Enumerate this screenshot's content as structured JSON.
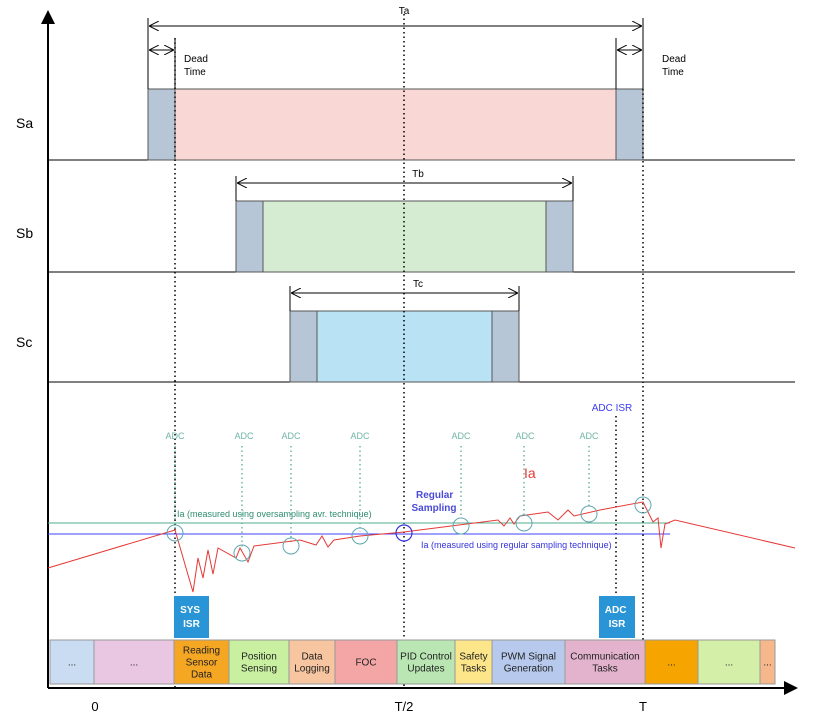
{
  "rows": {
    "sa": "Sa",
    "sb": "Sb",
    "sc": "Sc"
  },
  "periods": {
    "ta": "Ta",
    "tb": "Tb",
    "tc": "Tc"
  },
  "dead_time": {
    "left": [
      "Dead",
      "Time"
    ],
    "right": [
      "Dead",
      "Time"
    ]
  },
  "colors": {
    "dead_time": "#b6c6d7",
    "sa_fill": "#f8d7d4",
    "sb_fill": "#d6ecd2",
    "sc_fill": "#b9e2f4",
    "adc_marker": "#6fb5a4",
    "regular_line": "#4040ff",
    "oversampling_line": "#4fae8c",
    "current_curve": "#e53935",
    "isr_box": "#2a95d6"
  },
  "adc_labels": [
    "ADC",
    "ADC",
    "ADC",
    "ADC",
    "ADC",
    "ADC",
    "ADC"
  ],
  "adc_isr_label": "ADC ISR",
  "current_label": "Ia",
  "regular_sampling_label": [
    "Regular",
    "Sampling"
  ],
  "oversampling_label": "Ia (measured using oversampling avr. technique)",
  "regular_label": "Ia (measured using regular sampling technique)",
  "sys_isr": [
    "SYS",
    "ISR"
  ],
  "adc_isr_box": [
    "ADC",
    "ISR"
  ],
  "task_blocks": [
    {
      "lines": [
        "..."
      ],
      "color": "#c9dcf2"
    },
    {
      "lines": [
        "..."
      ],
      "color": "#e9c6e2"
    },
    {
      "lines": [
        "Reading",
        "Sensor",
        "Data"
      ],
      "color": "#f5a623"
    },
    {
      "lines": [
        "Position",
        "Sensing"
      ],
      "color": "#c8f0a0"
    },
    {
      "lines": [
        "Data",
        "Logging"
      ],
      "color": "#f7c59f"
    },
    {
      "lines": [
        "FOC"
      ],
      "color": "#f4a6a6"
    },
    {
      "lines": [
        "PID Control",
        "Updates"
      ],
      "color": "#b9e6b3"
    },
    {
      "lines": [
        "Safety",
        "Tasks"
      ],
      "color": "#fde68a"
    },
    {
      "lines": [
        "PWM Signal",
        "Generation"
      ],
      "color": "#b7c9ec"
    },
    {
      "lines": [
        "Communication",
        "Tasks"
      ],
      "color": "#e3b3cd"
    },
    {
      "lines": [
        "..."
      ],
      "color": "#f6a400"
    },
    {
      "lines": [
        "..."
      ],
      "color": "#d4f0a8"
    },
    {
      "lines": [
        "..."
      ],
      "color": "#f6b88a"
    }
  ],
  "time_ticks": [
    "0",
    "T/2",
    "T"
  ]
}
